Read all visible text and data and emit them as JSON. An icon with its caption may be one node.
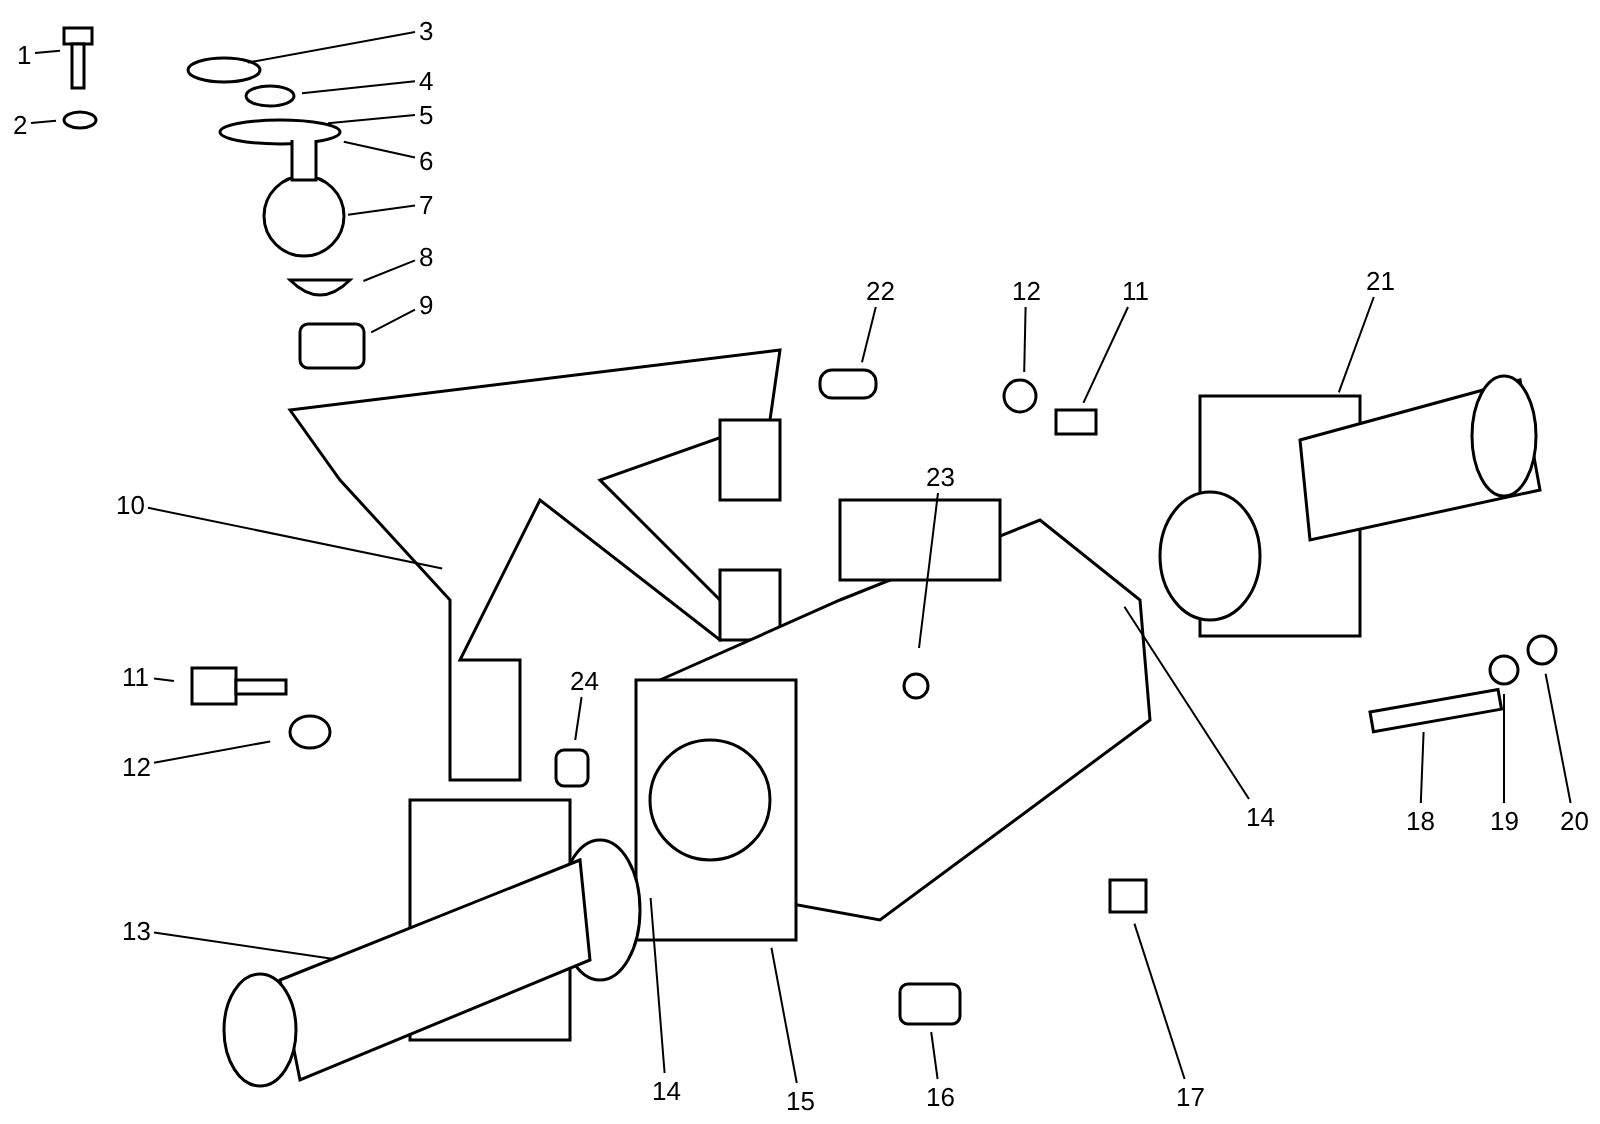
{
  "diagram": {
    "nodes": [
      {
        "text": [
          "1"
        ]
      },
      {
        "text": [
          "2"
        ]
      },
      {
        "text": [
          "3"
        ]
      },
      {
        "text": [
          "4"
        ]
      },
      {
        "text": [
          "5"
        ]
      },
      {
        "text": [
          "6"
        ]
      },
      {
        "text": [
          "7"
        ]
      },
      {
        "text": [
          "8"
        ]
      },
      {
        "text": [
          "9"
        ]
      },
      {
        "text": [
          "22"
        ]
      },
      {
        "text": [
          "12"
        ]
      },
      {
        "text": [
          "11"
        ]
      },
      {
        "text": [
          "21"
        ]
      },
      {
        "text": [
          "10"
        ]
      },
      {
        "text": [
          "23"
        ]
      },
      {
        "text": [
          "11"
        ]
      },
      {
        "text": [
          "12"
        ]
      },
      {
        "text": [
          "24"
        ]
      },
      {
        "text": [
          "14"
        ]
      },
      {
        "text": [
          "18"
        ]
      },
      {
        "text": [
          "19"
        ]
      },
      {
        "text": [
          "20"
        ]
      },
      {
        "text": [
          "13"
        ]
      },
      {
        "text": [
          "14"
        ]
      },
      {
        "text": [
          "15"
        ]
      },
      {
        "text": [
          "16"
        ]
      },
      {
        "text": [
          "17"
        ]
      }
    ],
    "edges": [
      {
        "from": 0,
        "to": null,
        "arrow": "none"
      },
      {
        "from": 1,
        "to": null,
        "arrow": "none"
      },
      {
        "from": 2,
        "to": null,
        "arrow": "none"
      },
      {
        "from": 3,
        "to": null,
        "arrow": "none"
      },
      {
        "from": 4,
        "to": null,
        "arrow": "none"
      },
      {
        "from": 5,
        "to": null,
        "arrow": "none"
      },
      {
        "from": 6,
        "to": null,
        "arrow": "none"
      },
      {
        "from": 7,
        "to": null,
        "arrow": "none"
      },
      {
        "from": 8,
        "to": null,
        "arrow": "none"
      },
      {
        "from": 9,
        "to": null,
        "arrow": "none"
      },
      {
        "from": 10,
        "to": null,
        "arrow": "none"
      },
      {
        "from": 11,
        "to": null,
        "arrow": "none"
      },
      {
        "from": 12,
        "to": null,
        "arrow": "none"
      },
      {
        "from": 13,
        "to": null,
        "arrow": "none"
      },
      {
        "from": 14,
        "to": null,
        "arrow": "none"
      },
      {
        "from": 15,
        "to": null,
        "arrow": "none"
      },
      {
        "from": 16,
        "to": null,
        "arrow": "none"
      },
      {
        "from": 17,
        "to": null,
        "arrow": "none"
      },
      {
        "from": 18,
        "to": null,
        "arrow": "none"
      },
      {
        "from": 19,
        "to": null,
        "arrow": "none"
      },
      {
        "from": 20,
        "to": null,
        "arrow": "none"
      },
      {
        "from": 21,
        "to": null,
        "arrow": "none"
      },
      {
        "from": 22,
        "to": null,
        "arrow": "none"
      },
      {
        "from": 23,
        "to": null,
        "arrow": "none"
      },
      {
        "from": 24,
        "to": null,
        "arrow": "none"
      },
      {
        "from": 25,
        "to": null,
        "arrow": "none"
      },
      {
        "from": 26,
        "to": null,
        "arrow": "none"
      }
    ]
  }
}
